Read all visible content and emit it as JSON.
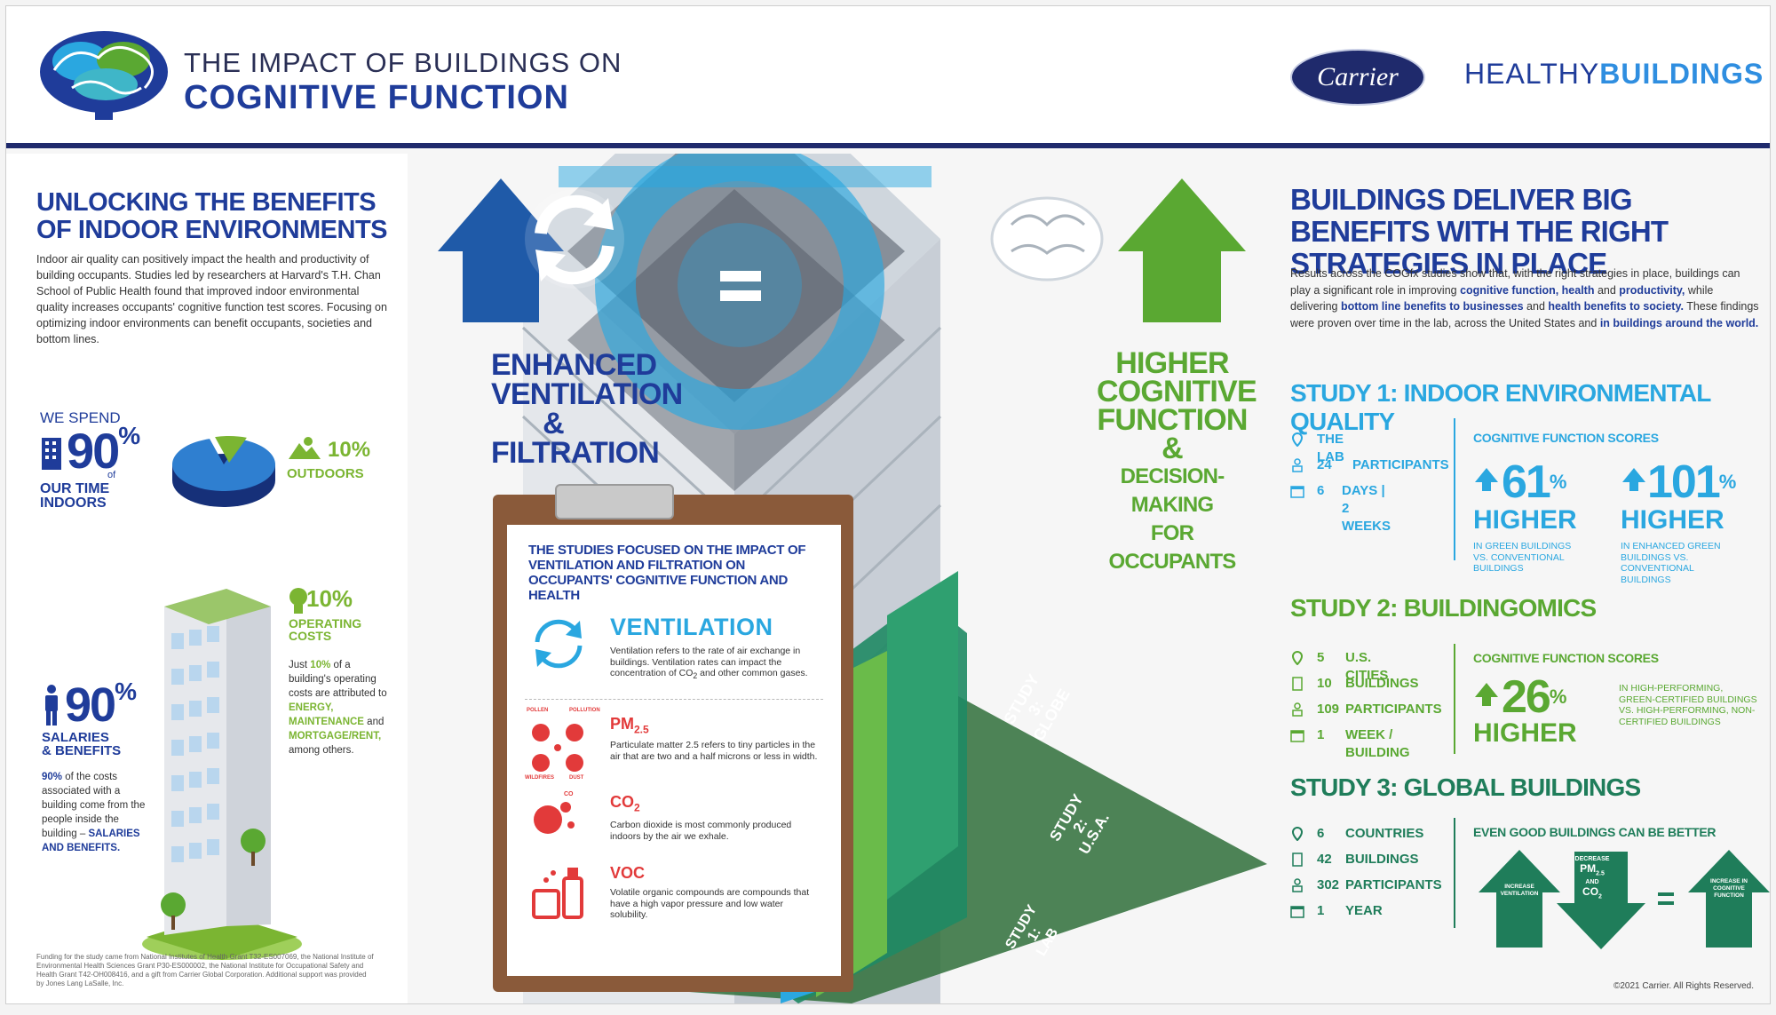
{
  "header": {
    "title_line1": "THE IMPACT OF BUILDINGS ON",
    "title_line2": "COGNITIVE FUNCTION",
    "carrier_logo": "Carrier",
    "healthy": "HEALTHY",
    "buildings": "BUILDINGS"
  },
  "left": {
    "heading": "UNLOCKING THE BENEFITS OF INDOOR ENVIRONMENTS",
    "paragraph": "Indoor air quality can positively impact the health and productivity of building occupants. Studies led by researchers at Harvard's T.H. Chan School of Public Health found that improved indoor environmental quality increases occupants' cognitive function test scores. Focusing on optimizing indoor environments can benefit occupants, societies and bottom lines.",
    "we_spend": "WE SPEND",
    "indoor_pct": "90",
    "pct_sign": "%",
    "of": "of",
    "our_time_1": "OUR TIME",
    "our_time_2": "INDOORS",
    "outdoor_pct": "10%",
    "outdoors": "OUTDOORS",
    "operating_pct": "10%",
    "operating_1": "OPERATING",
    "operating_2": "COSTS",
    "op_just": "Just ",
    "op_10": "10%",
    "op_mid": " of a building's operating costs are attributed to ",
    "op_energy": "ENERGY, MAINTENANCE",
    "op_and": " and ",
    "op_mortgage": "MORTGAGE/RENT,",
    "op_end": " among others.",
    "salaries_pct": "90",
    "salaries_1": "SALARIES",
    "salaries_2": "& BENEFITS",
    "sal_90": "90%",
    "sal_text": " of the costs associated with a building come from the people inside the building – ",
    "sal_bold": "SALARIES AND BENEFITS.",
    "funding": "Funding for the study came from National Institutes of Health Grant T32-ES007069, the National Institute of Environmental Health Sciences Grant P30-ES000002, the National Institute for Occupational Safety and Health Grant T42-OH008416, and a gift from Carrier Global Corporation. Additional support was provided by Jones Lang LaSalle, Inc.",
    "pie_indoor_fraction": 0.9
  },
  "center": {
    "enhanced": [
      "ENHANCED",
      "VENTILATION",
      "&",
      "FILTRATION"
    ],
    "higher": [
      "HIGHER",
      "COGNITIVE",
      "FUNCTION &",
      "DECISION-MAKING",
      "FOR OCCUPANTS"
    ],
    "clipboard_heading": "THE STUDIES FOCUSED ON THE IMPACT OF VENTILATION AND FILTRATION ON OCCUPANTS' COGNITIVE FUNCTION AND HEALTH",
    "ventilation_h": "VENTILATION",
    "ventilation_p1": "Ventilation refers to the rate of air exchange in buildings. Ventilation rates can impact the concentration of CO",
    "ventilation_sub": "2",
    "ventilation_p2": " and other common gases.",
    "pm_h": "PM",
    "pm_sub": "2.5",
    "pm_p": "Particulate matter 2.5 refers to tiny particles in the air that are two and a half microns or less in width.",
    "co2_h": "CO",
    "co2_sub": "2",
    "co2_p": "Carbon dioxide is most commonly produced indoors by the air we exhale.",
    "voc_h": "VOC",
    "voc_p": "Volatile organic compounds are compounds that have a high vapor pressure and low water solubility.",
    "pm_icon_labels": [
      "POLLEN",
      "POLLUTION",
      "WILDFIRES",
      "DUST"
    ],
    "co2_icon_label": "CO",
    "study1_panel": [
      "STUDY 1:",
      "LAB"
    ],
    "study2_panel": [
      "STUDY 2:",
      "U.S.A."
    ],
    "study3_panel": [
      "STUDY 3:",
      "GLOBE"
    ]
  },
  "right": {
    "heading": "BUILDINGS DELIVER BIG BENEFITS WITH THE RIGHT STRATEGIES IN PLACE",
    "p_a": "Results across the COGfx studies show that, with the right strategies in place, buildings can play a significant role in improving ",
    "p_b": "cognitive function, health",
    "p_c": " and ",
    "p_d": "productivity,",
    "p_e": " while delivering ",
    "p_f": "bottom line benefits to businesses",
    "p_g": " and ",
    "p_h": "health benefits to society.",
    "p_i": " These findings were proven over time in the lab, across the United States and ",
    "p_j": "in buildings around the world.",
    "study1": {
      "heading": "STUDY 1: INDOOR ENVIRONMENTAL QUALITY",
      "facts": [
        {
          "n": "",
          "u": "THE LAB"
        },
        {
          "n": "24",
          "u": "PARTICIPANTS"
        },
        {
          "n": "6",
          "u": "DAYS  |  2 WEEKS"
        }
      ],
      "scores_label": "COGNITIVE FUNCTION SCORES",
      "score1": "61",
      "score1_pct": "%",
      "higher1": "HIGHER",
      "score1_note": "IN GREEN BUILDINGS VS. CONVENTIONAL BUILDINGS",
      "score2": "101",
      "score2_pct": "%",
      "higher2": "HIGHER",
      "score2_note": "IN ENHANCED GREEN BUILDINGS VS. CONVENTIONAL BUILDINGS"
    },
    "study2": {
      "heading": "STUDY 2: BUILDINGOMICS",
      "facts": [
        {
          "n": "5",
          "u": "U.S. CITIES"
        },
        {
          "n": "10",
          "u": "BUILDINGS"
        },
        {
          "n": "109",
          "u": "PARTICIPANTS"
        },
        {
          "n": "1",
          "u": "WEEK / BUILDING"
        }
      ],
      "scores_label": "COGNITIVE FUNCTION SCORES",
      "score": "26",
      "score_pct": "%",
      "higher": "HIGHER",
      "note": "IN HIGH-PERFORMING, GREEN-CERTIFIED BUILDINGS VS. HIGH-PERFORMING, NON-CERTIFIED BUILDINGS"
    },
    "study3": {
      "heading": "STUDY 3: GLOBAL BUILDINGS",
      "facts": [
        {
          "n": "6",
          "u": "COUNTRIES"
        },
        {
          "n": "42",
          "u": "BUILDINGS"
        },
        {
          "n": "302",
          "u": "PARTICIPANTS"
        },
        {
          "n": "1",
          "u": "YEAR"
        }
      ],
      "good_label": "EVEN GOOD BUILDINGS CAN BE BETTER",
      "arrow1": [
        "INCREASE",
        "VENTILATION"
      ],
      "arrow2_a": "DECREASE",
      "arrow2_b": "PM",
      "arrow2_b_sub": "2.5",
      "arrow2_c": "AND",
      "arrow2_d": "CO",
      "arrow2_d_sub": "2",
      "equals": "=",
      "arrow3": [
        "INCREASE IN",
        "COGNITIVE",
        "FUNCTION"
      ]
    },
    "copyright": "©2021 Carrier. All Rights Reserved."
  },
  "colors": {
    "navy": "#1f3c9a",
    "dark_navy": "#1f2a6c",
    "sky": "#2aa7e0",
    "green": "#5aa832",
    "lime": "#7bb532",
    "teal_green": "#1f7d5a",
    "red": "#e23a3a",
    "clipboard_brown": "#8a5a3a"
  }
}
